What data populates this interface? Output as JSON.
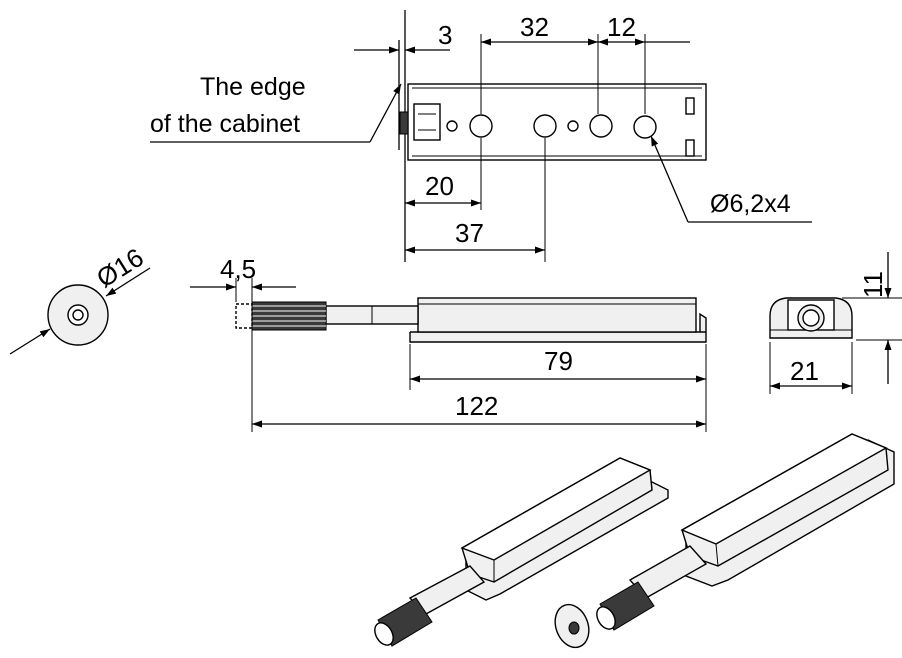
{
  "labels": {
    "edge_line1": "The edge",
    "edge_line2": "of the cabinet",
    "hole_diameter": "Ø6,2x4",
    "washer_diameter": "Ø16"
  },
  "top_view_dims": {
    "edge_gap": "3",
    "hole_spacing": "32",
    "hole_offset": "12",
    "first_hole": "20",
    "second_hole": "37"
  },
  "side_view_dims": {
    "tip_length": "4,5",
    "body_length": "79",
    "total_length": "122"
  },
  "end_view_dims": {
    "height": "11",
    "width": "21"
  }
}
